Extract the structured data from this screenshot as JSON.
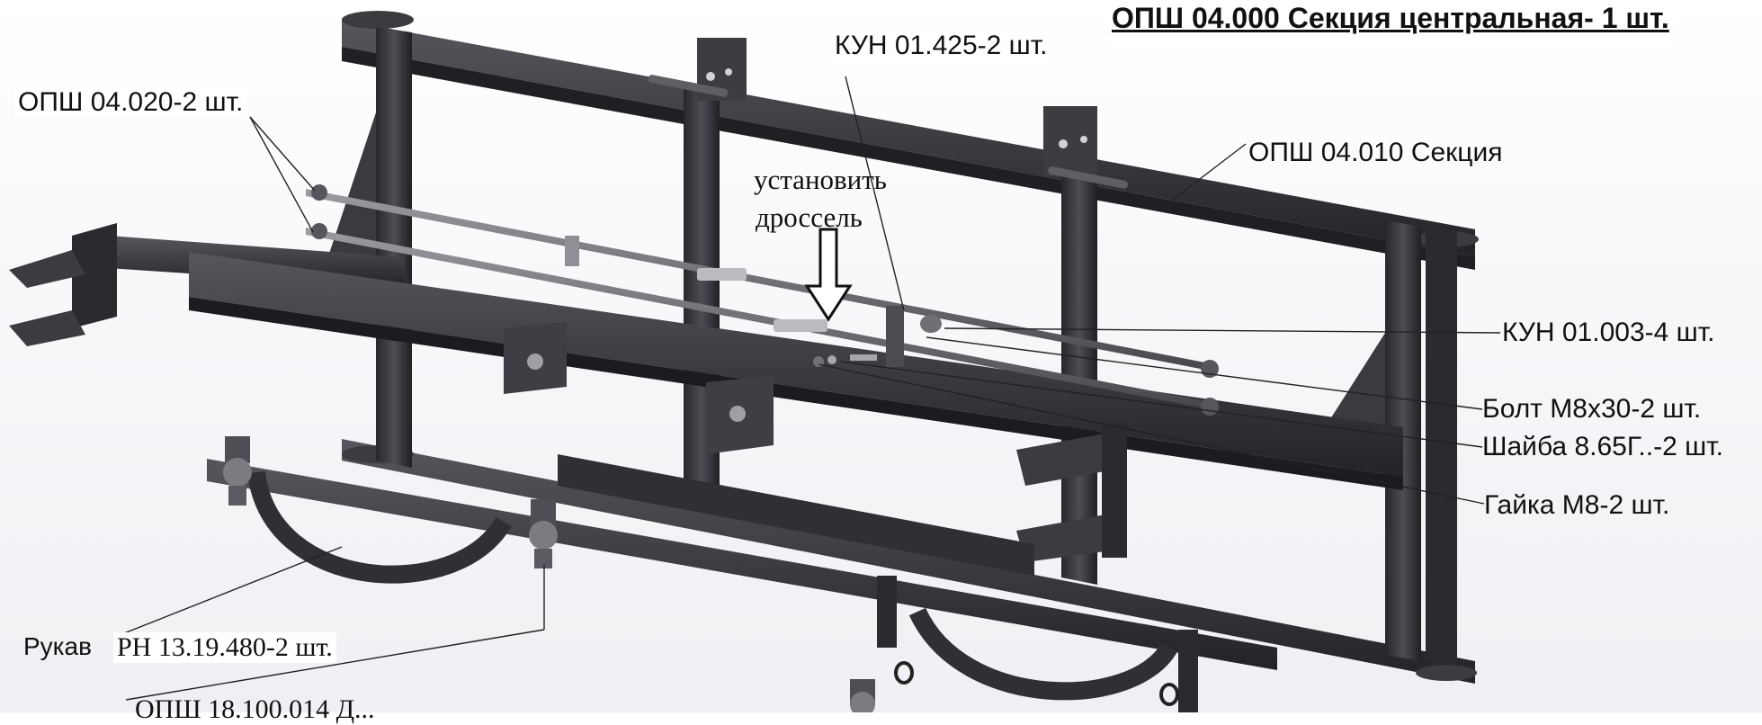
{
  "title": "ОПШ 04.000 Секция центральная- 1 шт.",
  "callouts": {
    "kun_01_425": "КУН 01.425-2 шт.",
    "opsh_04_020": "ОПШ 04.020-2 шт.",
    "opsh_04_010": "ОПШ 04.010 Секция",
    "install_line1": "установить",
    "install_line2": "дроссель",
    "kun_01_003": "КУН 01.003-4 шт.",
    "bolt": "Болт М8х30-2 шт.",
    "washer": "Шайба 8.65Г..-2 шт.",
    "nut": "Гайка М8-2 шт.",
    "hose_word": "Рукав",
    "hose_code": "РН 13.19.480-2 шт.",
    "bottom_cut": "ОПШ 18.100.014 Д..."
  },
  "colors": {
    "frame": "#2e2f33",
    "frame_light": "#4a4c52",
    "frame_dark": "#1c1d20",
    "rod": "#6e7075",
    "hose": "#3d3f43",
    "leader": "#222222"
  }
}
